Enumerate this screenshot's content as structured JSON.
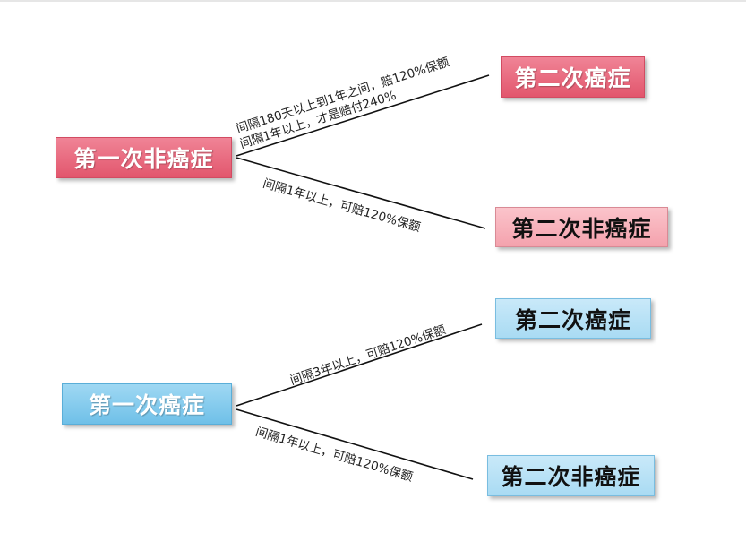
{
  "colors": {
    "noncancer_primary": "#e2566d",
    "noncancer_secondary": "#f4a2ad",
    "cancer_primary": "#6fc0e8",
    "cancer_secondary": "#a9dbf3",
    "connector": "#111111"
  },
  "diagram": {
    "tree_noncancer": {
      "root": "第一次非癌症",
      "branch_cancer": {
        "target": "第二次癌症",
        "label_line1": "间隔180天以上到1年之间，赔120%保额",
        "label_line2": "间隔1年以上，才是赔付240%"
      },
      "branch_noncancer": {
        "target": "第二次非癌症",
        "label": "间隔1年以上，可赔120%保额"
      }
    },
    "tree_cancer": {
      "root": "第一次癌症",
      "branch_cancer": {
        "target": "第二次癌症",
        "label": "间隔3年以上，可赔120%保额"
      },
      "branch_noncancer": {
        "target": "第二次非癌症",
        "label": "间隔1年以上，可赔120%保额"
      }
    }
  }
}
